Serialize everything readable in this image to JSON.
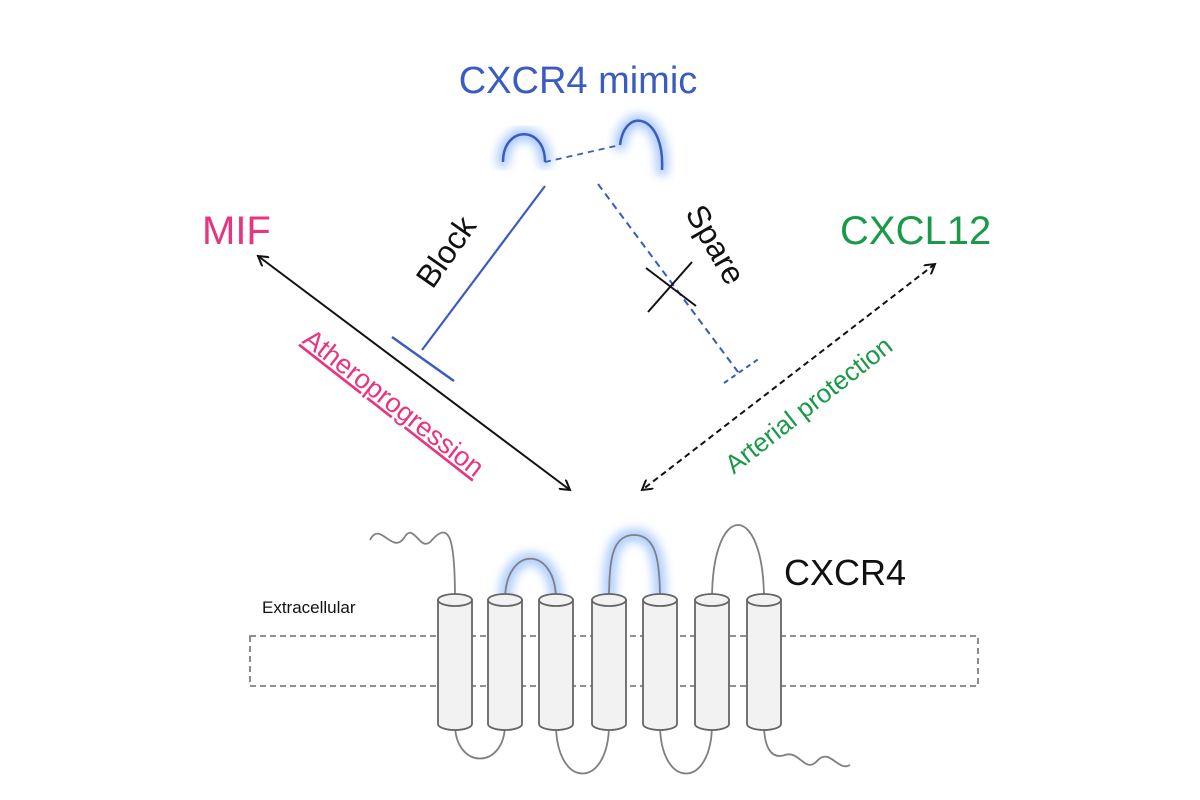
{
  "labels": {
    "mimic": "CXCR4 mimic",
    "mif": "MIF",
    "cxcl12": "CXCL12",
    "block": "Block",
    "spare": "Spare",
    "athero": "Atheroprogression",
    "arterial": "Arterial protection",
    "receptor": "CXCR4",
    "extracellular": "Extracellular"
  },
  "colors": {
    "mimic": "#3a5bbf",
    "mif": "#e8357f",
    "cxcl12": "#1a9a48",
    "membrane": "#808080",
    "glow": "#9fc3ff",
    "black": "#111111"
  }
}
